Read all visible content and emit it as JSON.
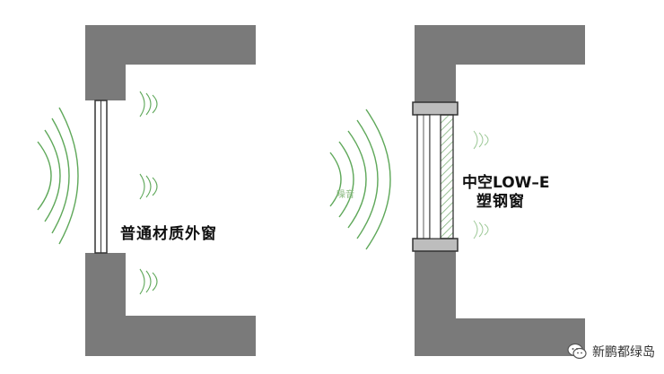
{
  "left_window": {
    "label": "普通材质外窗"
  },
  "right_window": {
    "label_line1": "中空LOW–E",
    "label_line2": "塑钢窗",
    "noise_label": "噪音"
  },
  "watermark": {
    "text": "新鹏都绿岛",
    "icon": "wechat-icon"
  },
  "colors": {
    "wall": "#7a7a7a",
    "wave": "#5fa85a",
    "glass_frame": "#333333"
  }
}
